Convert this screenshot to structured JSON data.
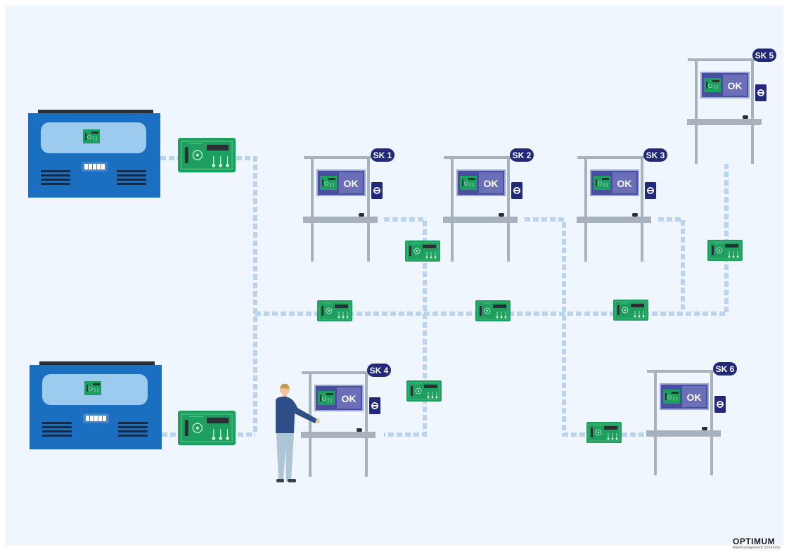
{
  "diagram": {
    "ok_text": "OK",
    "workstations": [
      {
        "id": "SK 1"
      },
      {
        "id": "SK 2"
      },
      {
        "id": "SK 3"
      },
      {
        "id": "SK 4"
      },
      {
        "id": "SK 5"
      },
      {
        "id": "SK 6"
      }
    ],
    "colors": {
      "background": "#eff6fd",
      "server_blue": "#1a6fc0",
      "connection_line": "#b9d4f0",
      "pcb_green": "#1e9e5f",
      "badge_navy": "#22287a",
      "frame_grey": "#a8b2bc",
      "screen_purple": "#4a4ea0"
    },
    "icons": {
      "server": "server-cabinet-icon",
      "board": "circuit-board-icon",
      "scanner": "card-reader-icon",
      "person": "operator-person-icon"
    }
  },
  "branding": {
    "logo_text": "OPTIMUM",
    "logo_tagline": "datamanagement solutions"
  }
}
